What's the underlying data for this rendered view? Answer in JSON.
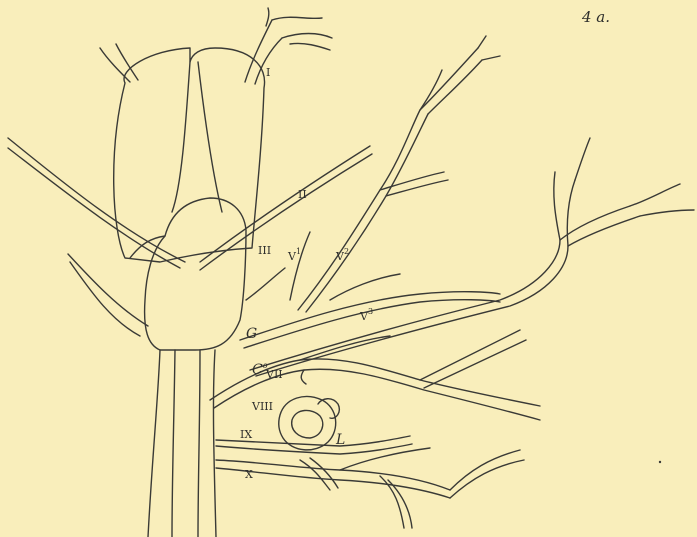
{
  "figure_label": "4 a.",
  "background_color": "#f9eebb",
  "ink_color": "#3a3a36",
  "labels": {
    "I": "I",
    "II": "II",
    "III": "III",
    "V1": "V",
    "V1_sup": "1",
    "V2": "V",
    "V2_sup": "2",
    "V3": "V",
    "V3_sup": "3",
    "G": "G",
    "Co": "C",
    "Co_sup": "o",
    "VII": "VII",
    "VIII": "VIII",
    "IX": "IX",
    "L": "L",
    "X": "X"
  }
}
